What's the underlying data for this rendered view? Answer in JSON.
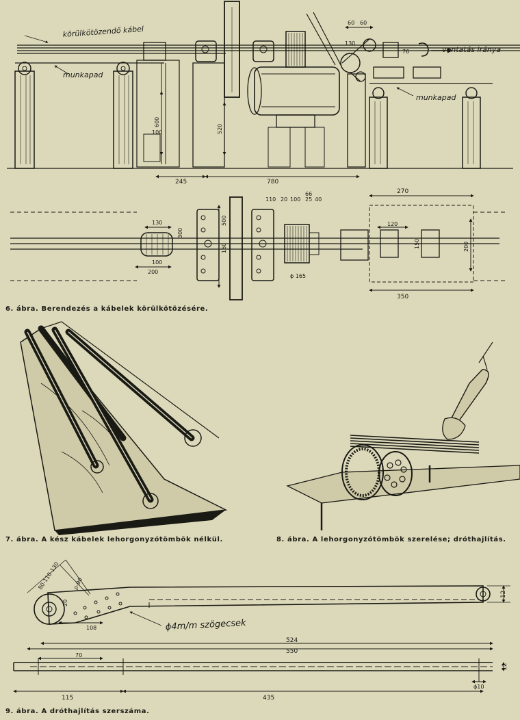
{
  "fig6": {
    "caption": "6. ábra. Berendezés a kábelek körülkötözésére.",
    "labels": {
      "cable": "körülkötözendő kábel",
      "bench_left": "munkapad",
      "bench_right": "munkapad",
      "direction": "vontatás iránya"
    },
    "dims_side": [
      "60",
      "60",
      "130",
      "76",
      "100",
      "600",
      "520",
      "245",
      "780"
    ],
    "dims_top": [
      "130",
      "300",
      "100",
      "200",
      "500",
      "160",
      "110",
      "20",
      "100",
      "66",
      "25",
      "40",
      "ϕ 165",
      "270",
      "120",
      "150",
      "200",
      "350"
    ]
  },
  "fig7": {
    "caption": "7. ábra. A kész kábelek lehorgonyzótömbök nélkül."
  },
  "fig8": {
    "caption": "8. ábra. A lehorgonyzótömbök szerelése; dróthajlítás."
  },
  "fig9": {
    "caption": "9. ábra. A dróthajlítás szerszáma.",
    "label": "ϕ4m/m szögecsek",
    "dims": [
      "80-110-130",
      "ρ-90",
      "20",
      "108",
      "12",
      "524",
      "550",
      "70",
      "12",
      "ϕ10",
      "115",
      "435"
    ]
  }
}
